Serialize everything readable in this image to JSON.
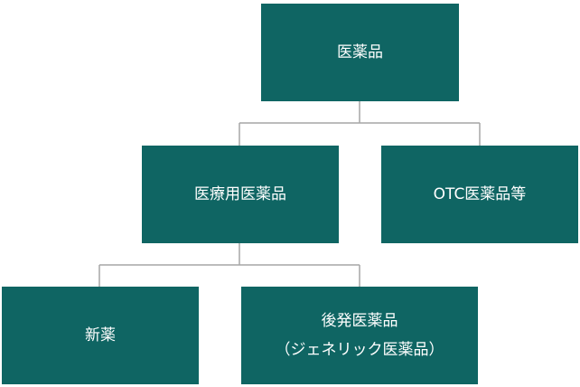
{
  "colors": {
    "box_fill": "#0f6563",
    "box_text": "#ffffff",
    "connector": "#a6a6a6"
  },
  "nodes": {
    "root": {
      "label": "医薬品"
    },
    "prescription": {
      "label": "医療用医薬品"
    },
    "otc": {
      "label": "OTC医薬品等"
    },
    "new_drug": {
      "label": "新薬"
    },
    "generic": {
      "line1": "後発医薬品",
      "line2": "（ジェネリック医薬品）"
    }
  }
}
